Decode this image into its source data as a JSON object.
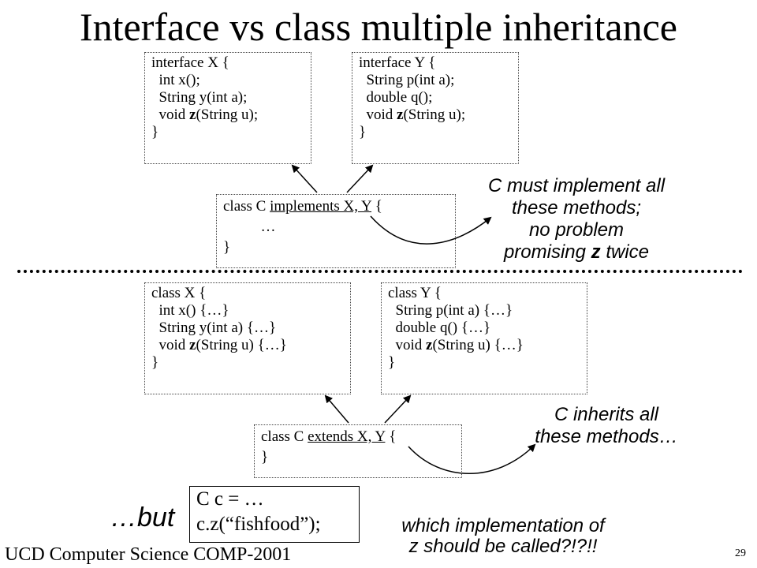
{
  "title": "Interface vs class multiple inheritance",
  "interface_x": {
    "header": "interface X {",
    "lines": [
      {
        "pre": "  int x();",
        "bold": "",
        "post": ""
      },
      {
        "pre": "  String y(int a);",
        "bold": "",
        "post": ""
      },
      {
        "pre": "  void ",
        "bold": "z",
        "post": "(String u);"
      }
    ],
    "close": "}"
  },
  "interface_y": {
    "header": "interface Y {",
    "lines": [
      {
        "pre": "  String p(int a);",
        "bold": "",
        "post": ""
      },
      {
        "pre": "  double q();",
        "bold": "",
        "post": ""
      },
      {
        "pre": "  void ",
        "bold": "z",
        "post": "(String u);"
      }
    ],
    "close": "}"
  },
  "class_c_implements": {
    "prefix": "class C ",
    "underlined": "implements X, Y",
    "suffix": " {",
    "body": "          …",
    "close": "}"
  },
  "note_implements": {
    "line1": "C must implement all",
    "line2": "these methods;",
    "line3": "no problem",
    "line4_pre": "promising ",
    "line4_bold": "z",
    "line4_post": " twice"
  },
  "class_x": {
    "header": "class X {",
    "lines": [
      {
        "pre": "  int x() {…}",
        "bold": "",
        "post": ""
      },
      {
        "pre": "  String y(int a) {…}",
        "bold": "",
        "post": ""
      },
      {
        "pre": "  void ",
        "bold": "z",
        "post": "(String u) {…}"
      }
    ],
    "close": "}"
  },
  "class_y": {
    "header": "class Y {",
    "lines": [
      {
        "pre": "  String p(int a) {…}",
        "bold": "",
        "post": ""
      },
      {
        "pre": "  double q() {…}",
        "bold": "",
        "post": ""
      },
      {
        "pre": "  void ",
        "bold": "z",
        "post": "(String u) {…}"
      }
    ],
    "close": "}"
  },
  "class_c_extends": {
    "prefix": "class C ",
    "underlined": "extends X, Y",
    "suffix": " {",
    "close": "}"
  },
  "note_extends": {
    "line1": "C inherits all",
    "line2": "these methods…"
  },
  "but_label": "…but",
  "code_box": {
    "line1": "C c = …",
    "line2": "c.z(“fishfood”);"
  },
  "question": {
    "line1": "which implementation of",
    "line2": "z should be called?!?!!"
  },
  "footer": "UCD Computer Science COMP-2001",
  "page_number": "29"
}
